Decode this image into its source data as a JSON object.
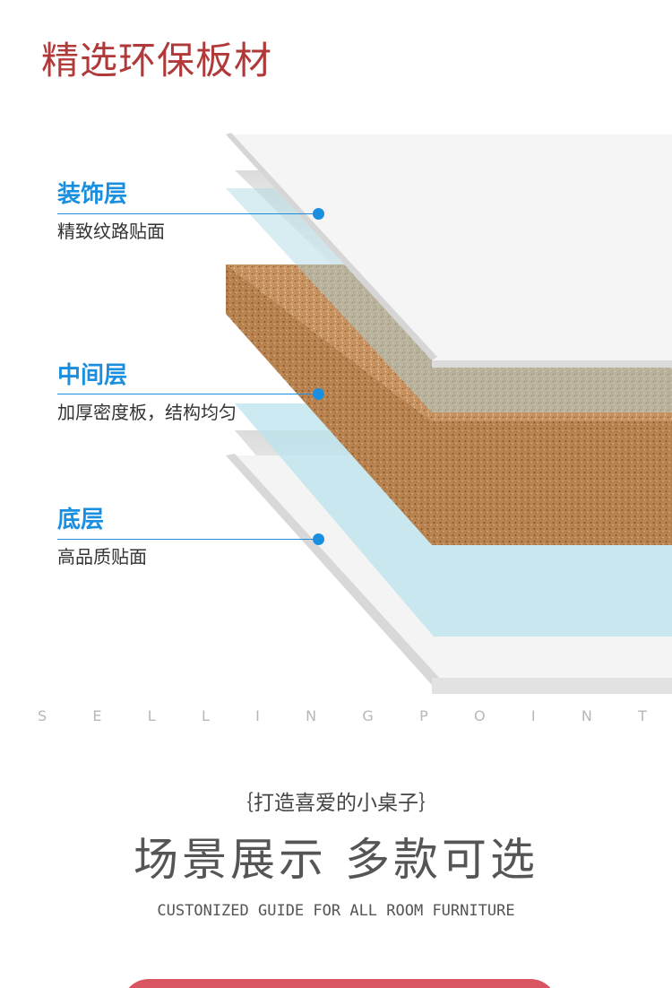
{
  "header": {
    "title": "精选环保板材"
  },
  "layers": [
    {
      "name": "装饰层",
      "desc": "精致纹路贴面"
    },
    {
      "name": "中间层",
      "desc": "加厚密度板，结构均匀"
    },
    {
      "name": "底层",
      "desc": "高品质贴面"
    }
  ],
  "selling_point": [
    "S",
    "E",
    "L",
    "L",
    "I",
    "N",
    "G",
    "P",
    "O",
    "I",
    "N",
    "T"
  ],
  "scene": {
    "subtitle": "｛打造喜爱的小桌子｝",
    "headline": "场景展示  多款可选",
    "english": "CUSTONIZED GUIDE FOR ALL ROOM FURNITURE"
  },
  "colors": {
    "title": "#b03a3a",
    "accent_blue": "#1a8fe0",
    "board": "#c69060",
    "button": "#d95561"
  }
}
